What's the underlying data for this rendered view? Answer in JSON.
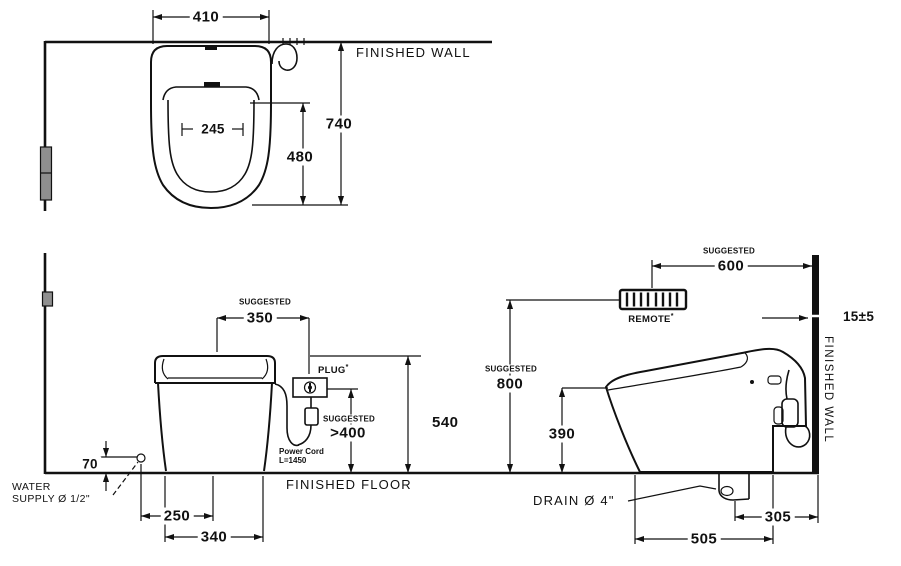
{
  "drawing": {
    "walls": {
      "finished_wall_top": "FINISHED WALL",
      "finished_wall_side": "FINISHED WALL",
      "finished_floor": "FINISHED FLOOR"
    },
    "notes": {
      "suggested": "SUGGESTED",
      "plug": "PLUG",
      "plug_mark": "*",
      "remote": "REMOTE",
      "remote_mark": "*",
      "power_cord_line1": "Power Cord",
      "power_cord_line2": "L=1450",
      "water_supply_line1": "WATER",
      "water_supply_line2": "SUPPLY Ø 1/2\"",
      "drain": "DRAIN Ø 4\""
    },
    "dims": {
      "top_width": "410",
      "seat_opening": "245",
      "seat_depth": "480",
      "total_depth": "740",
      "plug_offset": "350",
      "plug_min_height": ">400",
      "plug_height": "540",
      "supply_height": "70",
      "supply_offset": "250",
      "base_width": "340",
      "remote_offset": "600",
      "remote_height": "800",
      "rim_height": "390",
      "wall_gap": "15±5",
      "drain_offset": "305",
      "base_depth": "505"
    }
  }
}
